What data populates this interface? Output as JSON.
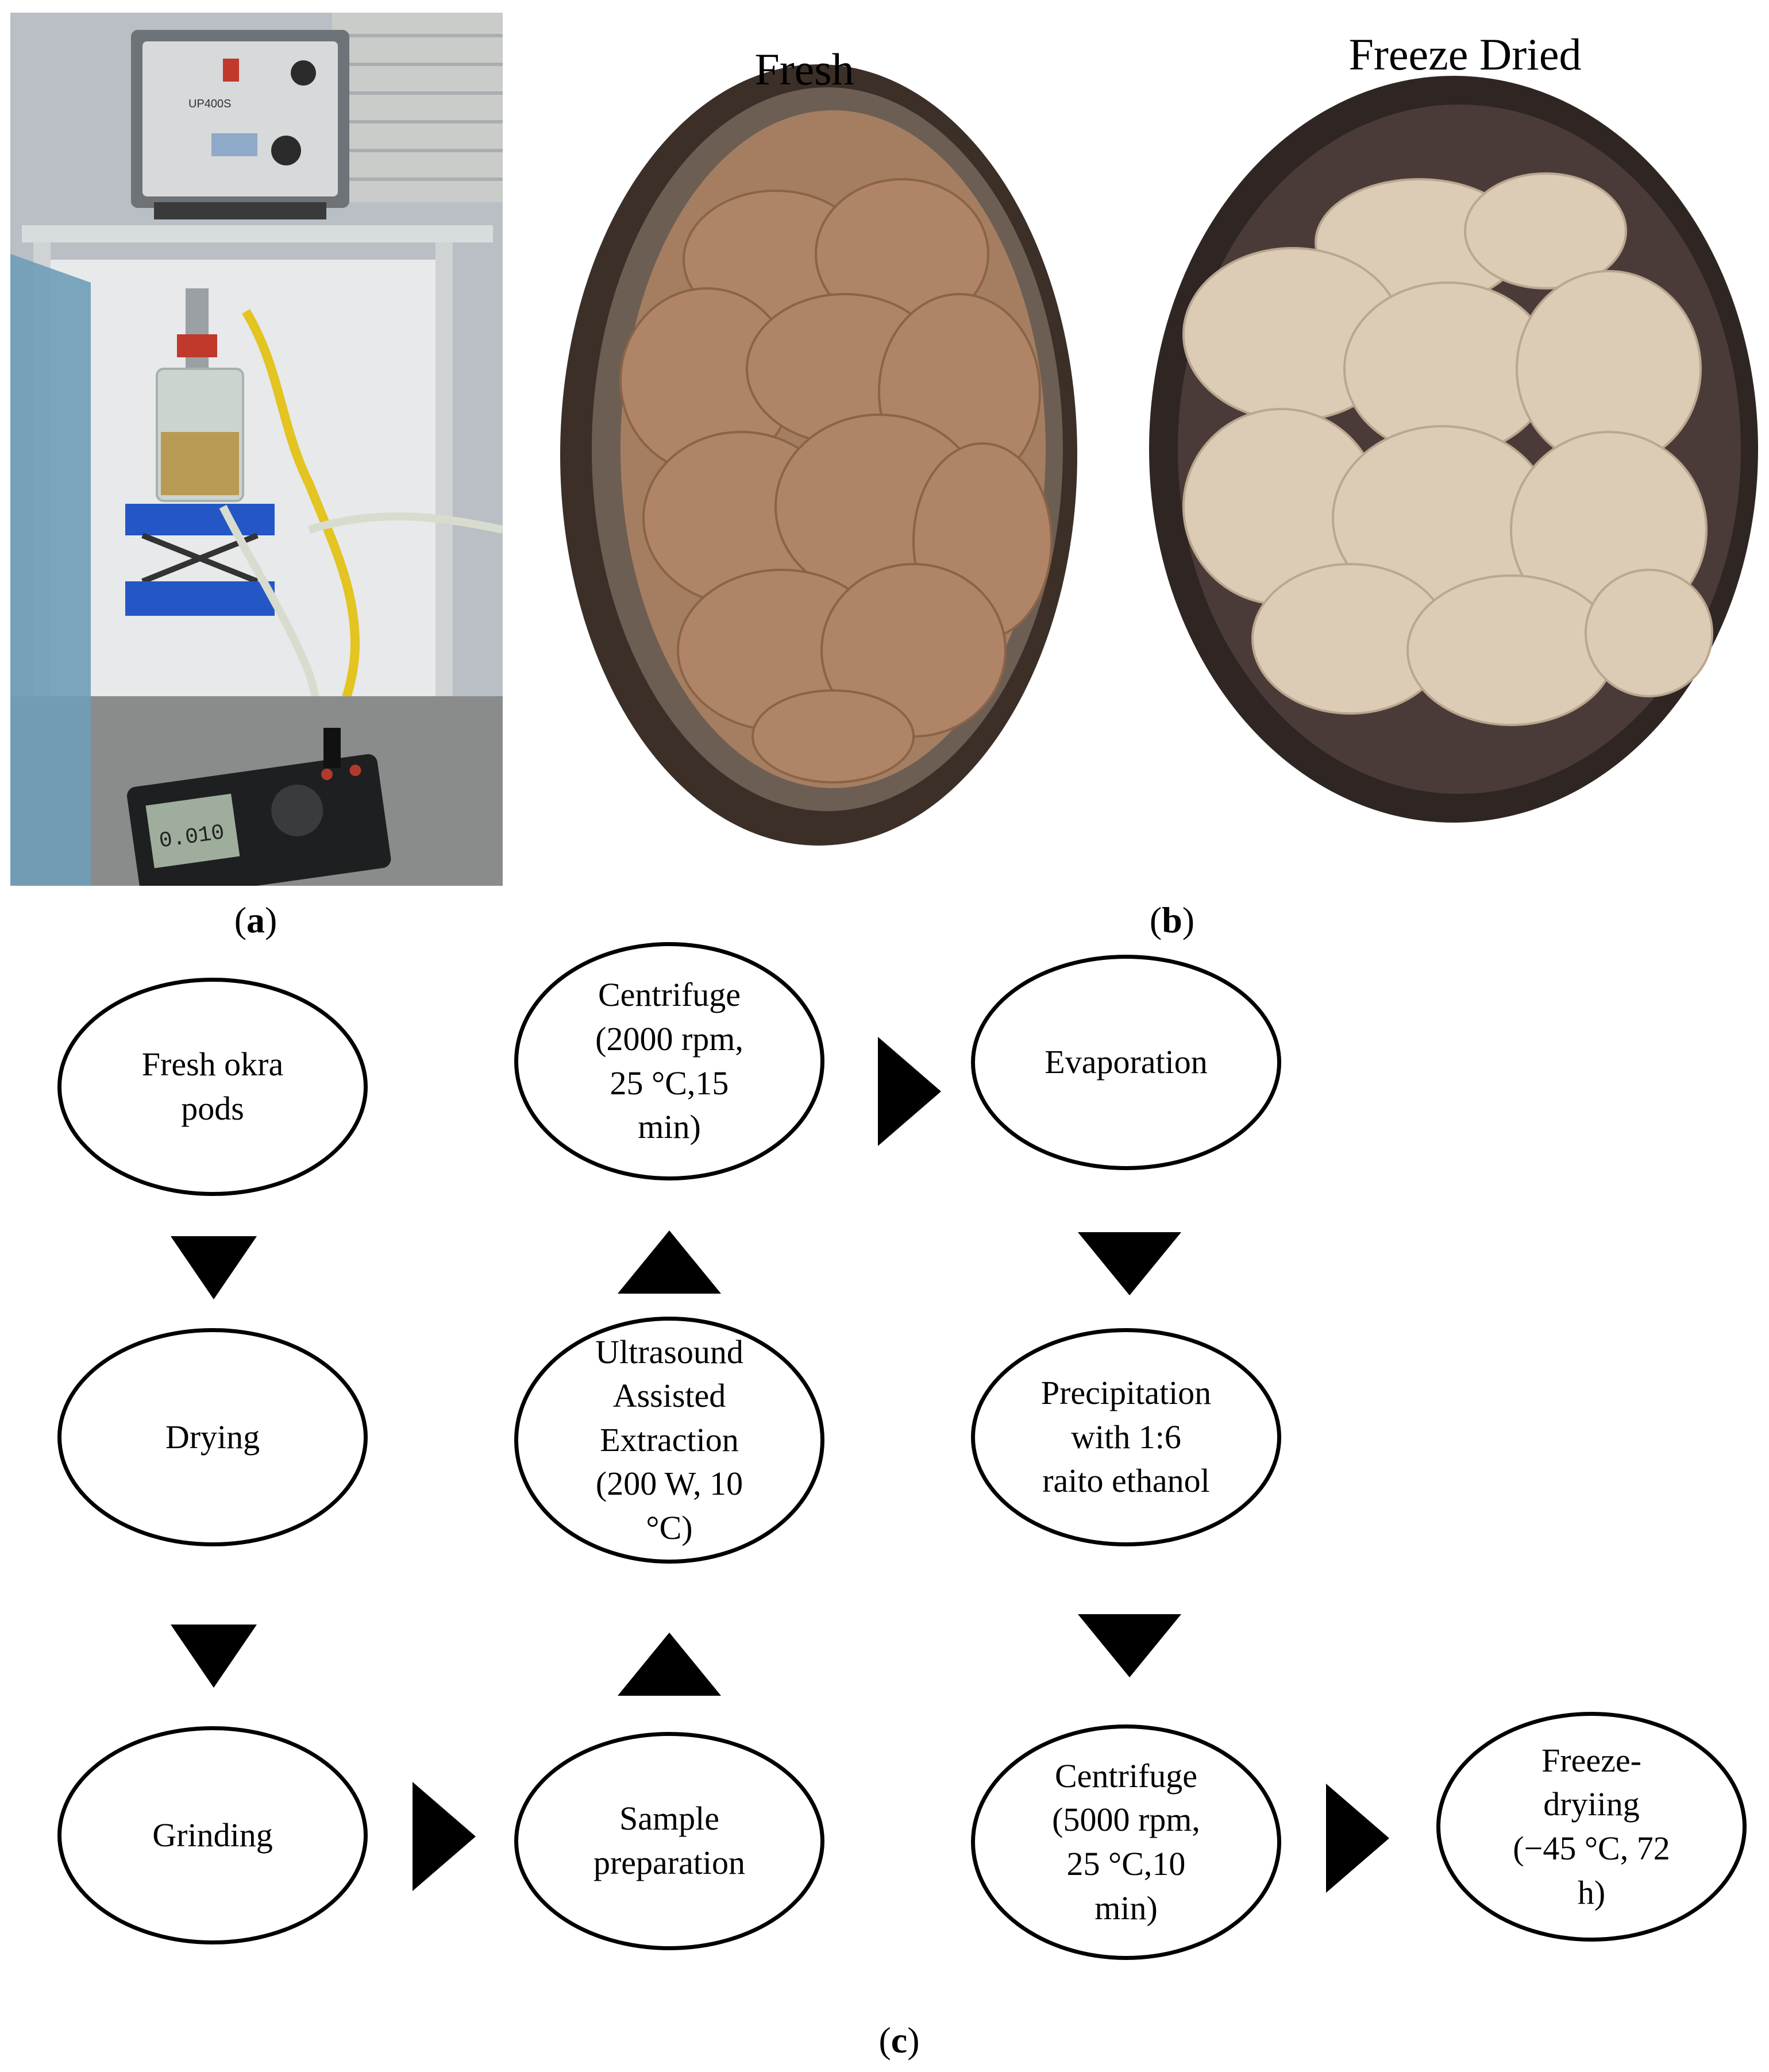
{
  "panels": {
    "a": {
      "caption_open": "(",
      "caption_letter": "a",
      "caption_close": ")",
      "device_screen_text": "UP400S",
      "meter_readout": "0.010"
    },
    "b": {
      "caption_open": "(",
      "caption_letter": "b",
      "caption_close": ")",
      "label_left": "Fresh",
      "label_right": "Freeze Dried"
    },
    "c": {
      "caption_open": "(",
      "caption_letter": "c",
      "caption_close": ")"
    }
  },
  "flowchart": {
    "nodes": {
      "fresh_okra": "Fresh okra\npods",
      "drying": "Drying",
      "grinding": "Grinding",
      "sample_prep": "Sample\npreparation",
      "ultrasound": "Ultrasound\nAssisted\nExtraction\n(200 W, 10\n°C)",
      "centrifuge_1": "Centrifuge\n(2000 rpm,\n25 °C,15\nmin)",
      "evaporation": "Evaporation",
      "precipitation": "Precipitation\nwith 1:6\nraito ethanol",
      "centrifuge_2": "Centrifuge\n(5000 rpm,\n25 °C,10\nmin)",
      "freeze_drying": "Freeze-\ndryiing\n(−45 °C, 72\nh)"
    },
    "colors": {
      "stroke": "#000000",
      "fill": "#ffffff"
    }
  }
}
